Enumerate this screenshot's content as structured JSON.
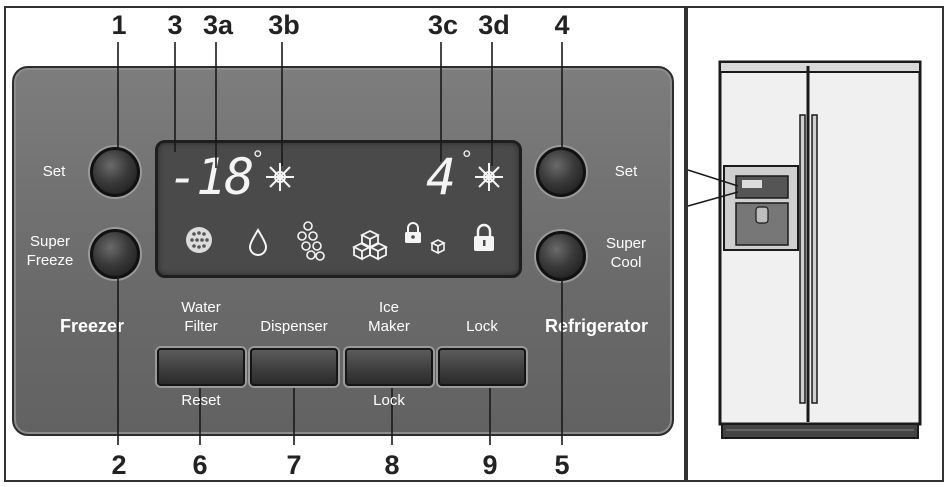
{
  "callouts": {
    "c1": "1",
    "c2": "2",
    "c3": "3",
    "c3a": "3a",
    "c3b": "3b",
    "c3c": "3c",
    "c3d": "3d",
    "c4": "4",
    "c5": "5",
    "c6": "6",
    "c7": "7",
    "c8": "8",
    "c9": "9"
  },
  "panel": {
    "freezer_label": "Freezer",
    "refrigerator_label": "Refrigerator",
    "left_set": "Set",
    "left_super_line1": "Super",
    "left_super_line2": "Freeze",
    "right_set": "Set",
    "right_super_line1": "Super",
    "right_super_line2": "Cool"
  },
  "display": {
    "freezer_temp": "-18",
    "fridge_temp": "4",
    "degree": "°"
  },
  "buttons": [
    {
      "top_line1": "Water",
      "top_line2": "Filter",
      "bottom": "Reset"
    },
    {
      "top_line1": "",
      "top_line2": "Dispenser",
      "bottom": ""
    },
    {
      "top_line1": "Ice",
      "top_line2": "Maker",
      "bottom": "Lock"
    },
    {
      "top_line1": "",
      "top_line2": "Lock",
      "bottom": ""
    }
  ],
  "icons": {
    "freezer_snowflake": "snowflake-icon",
    "fridge_snowflake": "snowflake-icon",
    "water_filter": "water-filter-icon",
    "water_drop": "water-drop-icon",
    "crushed_ice": "crushed-ice-icon",
    "cubed_ice": "ice-cube-icon",
    "ice_maker_lock": "ice-maker-lock-icon",
    "lock": "lock-icon",
    "refrigerator": "refrigerator-icon"
  },
  "colors": {
    "panel": "#6f6f6f",
    "display": "#4a4a4a",
    "text": "#ffffff",
    "callout": "#222222"
  }
}
